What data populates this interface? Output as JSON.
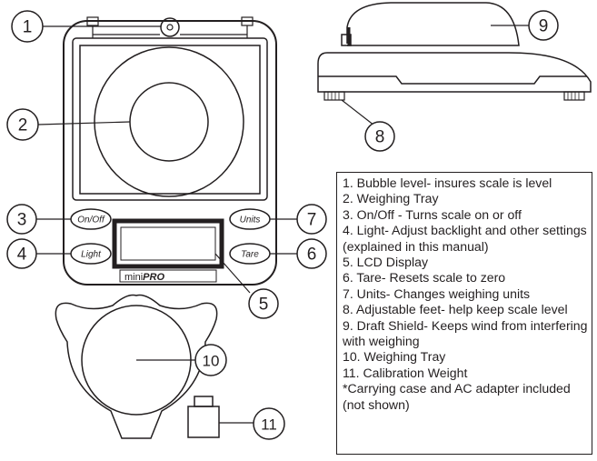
{
  "callouts": [
    "1",
    "2",
    "3",
    "4",
    "5",
    "6",
    "7",
    "8",
    "9",
    "10",
    "11"
  ],
  "scale": {
    "brand_prefix": "mini",
    "brand_suffix": "PRO",
    "buttons": {
      "on_off": "On/Off",
      "light": "Light",
      "units": "Units",
      "tare": "Tare"
    }
  },
  "legend": {
    "items": [
      "1. Bubble level- insures scale is level",
      "2. Weighing Tray",
      "3. On/Off - Turns scale on or off",
      "4. Light-  Adjust backlight and other settings (explained in this manual)",
      "5. LCD Display",
      "6. Tare- Resets scale to zero",
      "7. Units- Changes weighing units",
      "8. Adjustable feet- help keep scale level",
      "9. Draft Shield- Keeps wind from interfering with weighing",
      "10. Weighing Tray",
      "11. Calibration Weight",
      "*Carrying case and AC adapter included (not shown)"
    ]
  }
}
